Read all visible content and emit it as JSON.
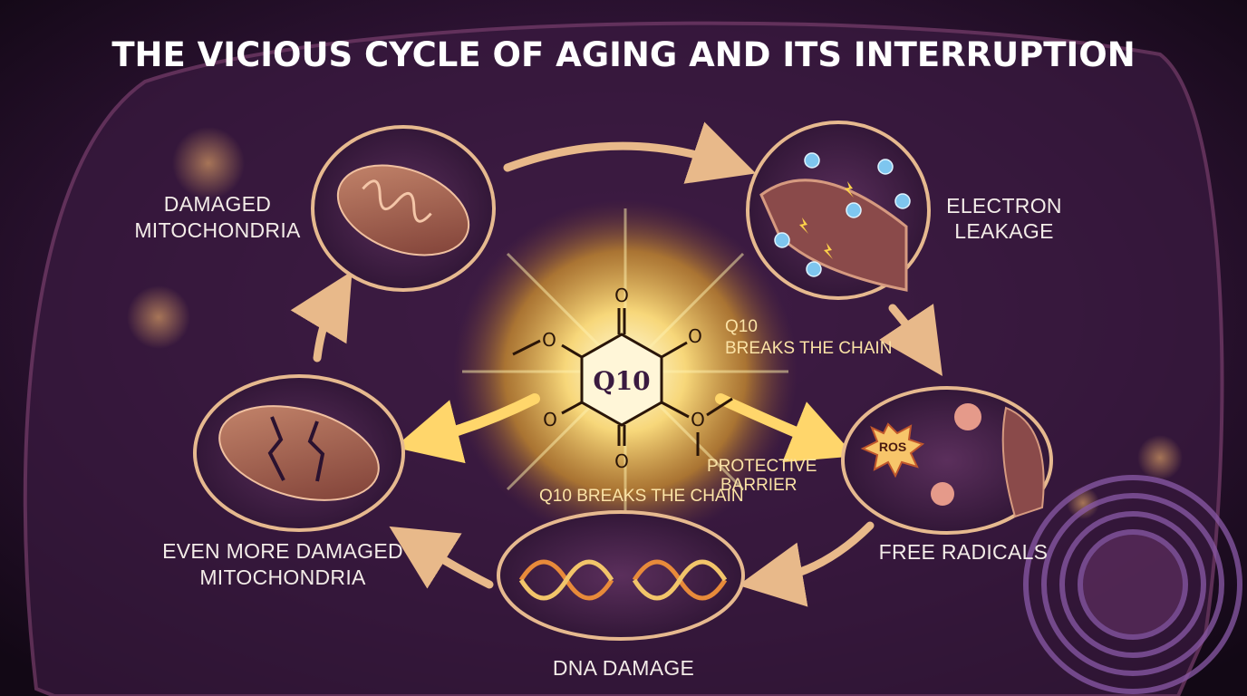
{
  "title": "THE VICIOUS CYCLE OF AGING AND ITS INTERRUPTION",
  "stages": [
    {
      "id": "damaged-mitochondria",
      "line1": "DAMAGED",
      "line2": "MITOCHONDRIA"
    },
    {
      "id": "electron-leakage",
      "line1": "ELECTRON",
      "line2": "LEAKAGE"
    },
    {
      "id": "free-radicals",
      "line1": "FREE RADICALS",
      "ros_label": "ROS"
    },
    {
      "id": "dna-damage",
      "line1": "DNA DAMAGE"
    },
    {
      "id": "even-more-damaged",
      "line1": "EVEN MORE DAMAGED",
      "line2": "MITOCHONDRIA"
    }
  ],
  "center": {
    "molecule_label": "Q10",
    "atom_label": "O",
    "q10_note_title": "Q10",
    "q10_note_text": "BREAKS THE CHAIN",
    "bottom_note": "Q10 BREAKS THE CHAIN",
    "barrier_line1": "PROTECTIVE",
    "barrier_line2": "BARRIER"
  },
  "colors": {
    "background": "#2a1230",
    "accent_gold": "#f5c05a",
    "ring": "#e6b98f",
    "arrow": "#e8b98a"
  }
}
